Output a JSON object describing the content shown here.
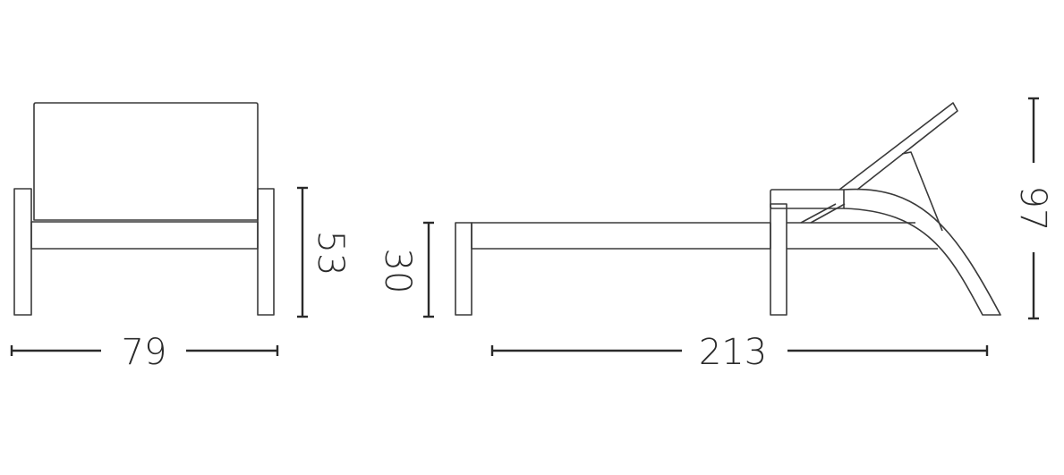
{
  "dimensions": {
    "front_width": "79",
    "front_height": "53",
    "side_seat_height": "30",
    "side_length": "213",
    "side_height": "97"
  },
  "colors": {
    "line": "#3a3a3a",
    "dimension": "#2a2a2a",
    "background": "#ffffff"
  }
}
